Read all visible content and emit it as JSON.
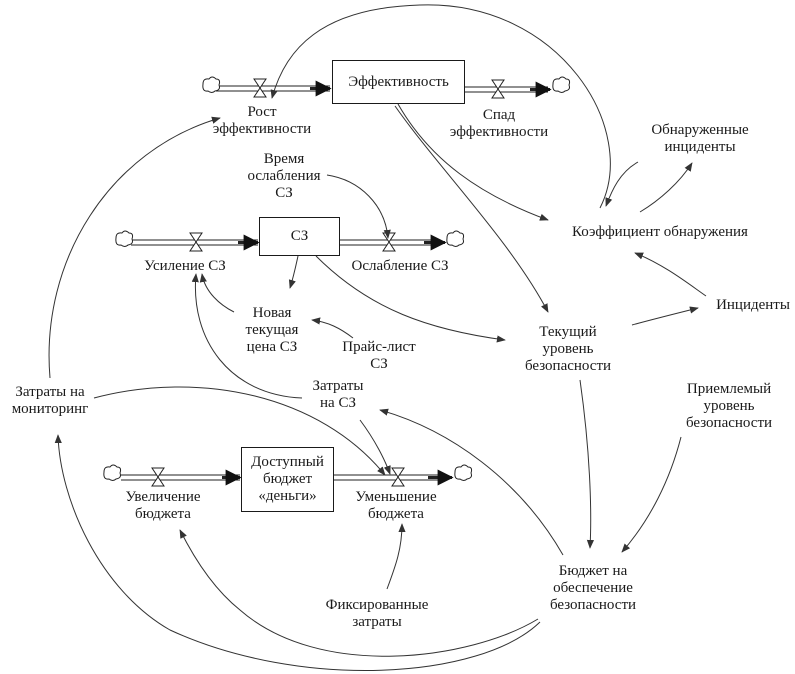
{
  "diagram": {
    "type": "stock-and-flow",
    "stocks": {
      "effectiveness": "Эффективность",
      "sz": "СЗ",
      "budget": "Доступный\nбюджет\n«деньги»"
    },
    "flows": {
      "effectiveness_growth": "Рост\nэффективности",
      "effectiveness_decline": "Спад\nэффективности",
      "sz_increase": "Усиление СЗ",
      "sz_weakening": "Ослабление СЗ",
      "budget_increase": "Увеличение\nбюджета",
      "budget_decrease": "Уменьшение\nбюджета"
    },
    "variables": {
      "sz_weakening_time": "Время\nослабления\nСЗ",
      "detected_incidents": "Обнаруженные\nинциденты",
      "detection_coefficient": "Коэффициент обнаружения",
      "incidents": "Инциденты",
      "new_current_price": "Новая\nтекущая\nцена СЗ",
      "price_list": "Прайс-лист\nСЗ",
      "current_security_level": "Текущий\nуровень\nбезопасности",
      "monitoring_costs": "Затраты на\nмониторинг",
      "sz_costs": "Затраты\nна СЗ",
      "acceptable_security_level": "Приемлемый\nуровень\nбезопасности",
      "security_budget": "Бюджет на\nобеспечение\nбезопасности",
      "fixed_costs": "Фиксированные\nзатраты"
    },
    "links": [
      {
        "from": "detection_coefficient",
        "to": "effectiveness_growth"
      },
      {
        "from": "effectiveness",
        "to": "detection_coefficient"
      },
      {
        "from": "effectiveness",
        "to": "current_security_level"
      },
      {
        "from": "detected_incidents",
        "to": "detection_coefficient"
      },
      {
        "from": "detection_coefficient",
        "to": "detected_incidents"
      },
      {
        "from": "incidents",
        "to": "detection_coefficient"
      },
      {
        "from": "current_security_level",
        "to": "incidents"
      },
      {
        "from": "sz_weakening_time",
        "to": "sz_weakening"
      },
      {
        "from": "sz",
        "to": "new_current_price"
      },
      {
        "from": "sz",
        "to": "current_security_level"
      },
      {
        "from": "new_current_price",
        "to": "sz_increase"
      },
      {
        "from": "price_list",
        "to": "new_current_price"
      },
      {
        "from": "sz_costs",
        "to": "sz_increase"
      },
      {
        "from": "sz_costs",
        "to": "budget_decrease"
      },
      {
        "from": "monitoring_costs",
        "to": "effectiveness_growth"
      },
      {
        "from": "monitoring_costs",
        "to": "budget_decrease"
      },
      {
        "from": "current_security_level",
        "to": "security_budget"
      },
      {
        "from": "acceptable_security_level",
        "to": "security_budget"
      },
      {
        "from": "security_budget",
        "to": "sz_costs"
      },
      {
        "from": "security_budget",
        "to": "budget_increase"
      },
      {
        "from": "security_budget",
        "to": "monitoring_costs"
      },
      {
        "from": "fixed_costs",
        "to": "budget_decrease"
      }
    ]
  }
}
